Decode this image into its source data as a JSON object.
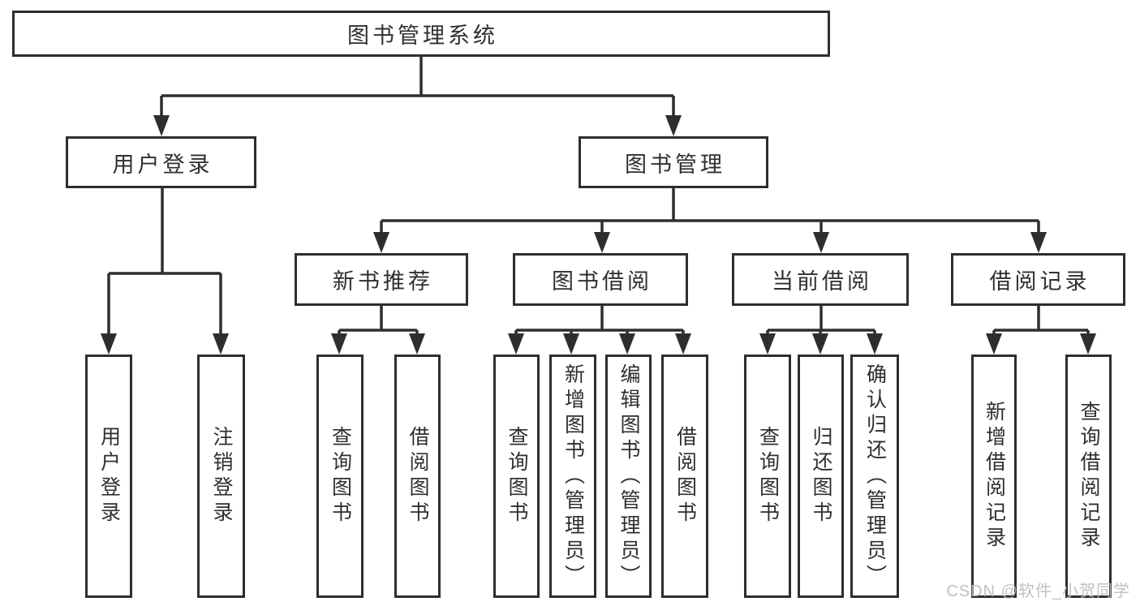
{
  "tree": {
    "root": "图书管理系统",
    "branches": [
      {
        "label": "用户登录",
        "children": [
          "用户登录",
          "注销登录"
        ]
      },
      {
        "label": "图书管理",
        "groups": [
          {
            "label": "新书推荐",
            "children": [
              "查询图书",
              "借阅图书"
            ]
          },
          {
            "label": "图书借阅",
            "children": [
              "查询图书",
              "新增图书（管理员）",
              "编辑图书（管理员）",
              "借阅图书"
            ]
          },
          {
            "label": "当前借阅",
            "children": [
              "查询图书",
              "归还图书",
              "确认归还（管理员）"
            ]
          },
          {
            "label": "借阅记录",
            "children": [
              "新增借阅记录",
              "查询借阅记录"
            ]
          }
        ]
      }
    ]
  },
  "watermark": {
    "text": "CSDN @软件_小贺同学"
  },
  "colors": {
    "line": "#2e2e2e",
    "text": "#2f2f2f",
    "background": "#ffffff",
    "watermark": "#bcbcbc"
  }
}
